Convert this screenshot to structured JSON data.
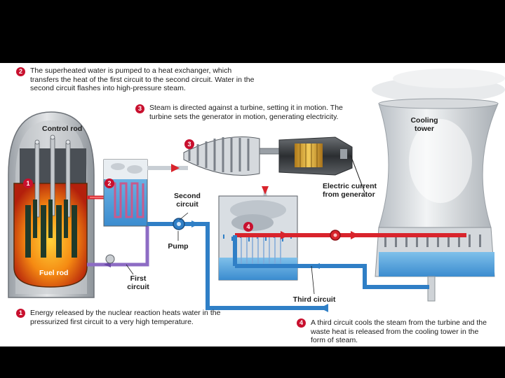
{
  "captions": {
    "step1": {
      "num": "1",
      "text": "Energy released by the nuclear reaction heats water in the pressurized first circuit to a very high temperature."
    },
    "step2": {
      "num": "2",
      "text": "The superheated water is pumped to a heat exchanger, which transfers the heat of the first circuit to the second circuit. Water in the second circuit flashes into high-pressure steam."
    },
    "step3": {
      "num": "3",
      "text": "Steam is directed against a turbine, setting it in motion. The turbine sets the generator in motion, generating electricity."
    },
    "step4": {
      "num": "4",
      "text": "A third circuit cools the steam from the turbine and the waste heat is released from the cooling tower in the form of steam."
    }
  },
  "labels": {
    "control_rod": "Control rod",
    "fuel_rod": "Fuel rod",
    "first_circuit": "First circuit",
    "second_circuit": "Second circuit",
    "pump": "Pump",
    "third_circuit": "Third circuit",
    "electric_current": "Electric current from generator",
    "cooling_tower": "Cooling tower"
  },
  "diagram_markers": [
    "1",
    "2",
    "3",
    "4"
  ],
  "colors": {
    "hot_circuit": "#d9242c",
    "cold_circuit": "#2f7fc6",
    "marker": "#c8102e",
    "core": "#f07a12"
  }
}
